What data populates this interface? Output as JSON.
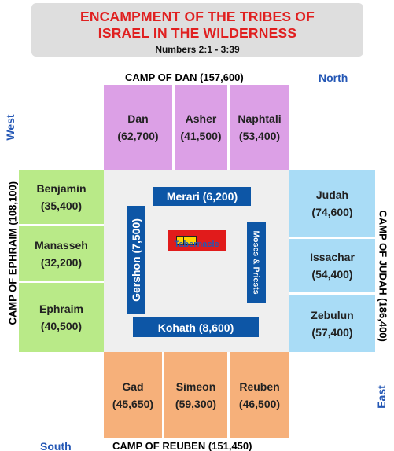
{
  "title": {
    "line1": "ENCAMPMENT OF THE TRIBES OF",
    "line2": "ISRAEL IN THE WILDERNESS",
    "subtitle": "Numbers 2:1 - 3:39"
  },
  "directions": {
    "north": "North",
    "south": "South",
    "east": "East",
    "west": "West"
  },
  "camps": {
    "dan": "CAMP OF DAN (157,600)",
    "ephraim": "CAMP OF EPHRAIM (108,100)",
    "judah": "CAMP OF JUDAH (186,400)",
    "reuben": "CAMP OF REUBEN (151,450)"
  },
  "tribes": {
    "dan": [
      {
        "name": "Dan",
        "count": "(62,700)"
      },
      {
        "name": "Asher",
        "count": "(41,500)"
      },
      {
        "name": "Naphtali",
        "count": "(53,400)"
      }
    ],
    "ephraim": [
      {
        "name": "Benjamin",
        "count": "(35,400)"
      },
      {
        "name": "Manasseh",
        "count": "(32,200)"
      },
      {
        "name": "Ephraim",
        "count": "(40,500)"
      }
    ],
    "judah": [
      {
        "name": "Judah",
        "count": "(74,600)"
      },
      {
        "name": "Issachar",
        "count": "(54,400)"
      },
      {
        "name": "Zebulun",
        "count": "(57,400)"
      }
    ],
    "reuben": [
      {
        "name": "Gad",
        "count": "(45,650)"
      },
      {
        "name": "Simeon",
        "count": "(59,300)"
      },
      {
        "name": "Reuben",
        "count": "(46,500)"
      }
    ]
  },
  "levites": {
    "merari": "Merari (6,200)",
    "gershon": "Gershon (7,500)",
    "kohath": "Kohath (8,600)",
    "moses": "Moses & Priests"
  },
  "tabernacle": "Tabernacle",
  "colors": {
    "title_red": "#e02020",
    "direction_blue": "#2457b5",
    "dan_group": "#dca0e6",
    "ephraim_group": "#b9ea88",
    "judah_group": "#a9dcf6",
    "reuben_group": "#f6b07a",
    "levite_blue": "#0d56a6",
    "tabernacle_red": "#e11b1b",
    "tabernacle_yellow": "#ffd200"
  }
}
